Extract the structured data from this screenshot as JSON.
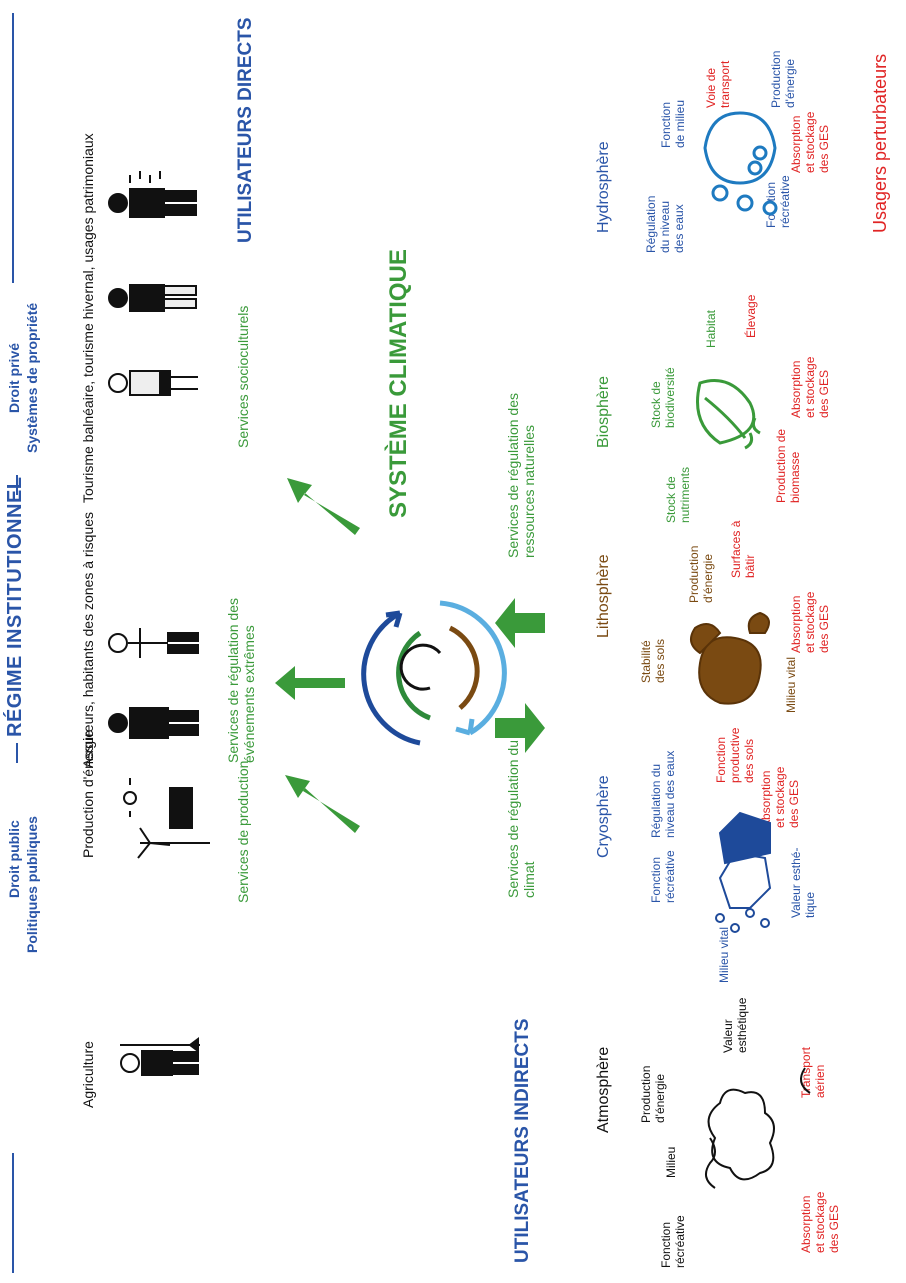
{
  "header": {
    "left_title": "Droit public",
    "left_sub": "Politiques publiques",
    "center_title": "RÉGIME INSTITUTIONNEL",
    "right_title": "Droit privé",
    "right_sub": "Systèmes de propriété"
  },
  "central": {
    "title": "SYSTÈME CLIMATIQUE"
  },
  "direct_users": {
    "title": "UTILISATEURS DIRECTS",
    "items": [
      "Agriculture",
      "Production d'énergie",
      "Assureurs,  habitants des zones à risques",
      "Tourisme balnéaire, tourisme hivernal, usages patrimoniaux"
    ]
  },
  "services": {
    "production": "Services de production",
    "extreme_events": "Services de régulation des\névénements extrêmes",
    "sociocultural": "Services socioculturels",
    "climate_regulation": "Services de régulation du\nclimat",
    "natural_resources": "Services de régulation des\nressources naturelles"
  },
  "indirect_users": {
    "title": "UTILISATEURS INDIRECTS"
  },
  "spheres": {
    "atmosphere": {
      "name": "Atmosphère",
      "labels": [
        "Fonction\nrécréative",
        "Milieu",
        "Production\nd'énergie",
        "Valeur\nesthétique"
      ],
      "red": [
        "Absorption\net stockage\ndes GES",
        "Transport\naérien"
      ]
    },
    "cryosphere": {
      "name": "Cryosphère",
      "labels": [
        "Milieu vital",
        "Fonction\nrécréative",
        "Régulation du\nniveau des eaux",
        "Valeur esthé-\ntique"
      ],
      "red": [
        "Absorption\net stockage\ndes GES"
      ]
    },
    "lithosphere": {
      "name": "Lithosphère",
      "labels": [
        "Fonction\nproductive\ndes sols",
        "Stabilité\ndes sols",
        "Production\nd'énergie",
        "Milieu vital"
      ],
      "red": [
        "Absorption\net stockage\ndes GES",
        "Surfaces à\nbâtir"
      ]
    },
    "biosphere": {
      "name": "Biosphère",
      "labels": [
        "Stock de\nnutriments",
        "Stock de\nbiodiversité",
        "Habitat"
      ],
      "red": [
        "Production de\nbiomasse",
        "Absorption\net stockage\ndes GES",
        "Élevage"
      ]
    },
    "hydrosphere": {
      "name": "Hydrosphère",
      "labels": [
        "Régulation\ndu niveau\ndes eaux",
        "Fonction\nrécréative",
        "Fonction\nde milieu",
        "Production\nd'énergie"
      ],
      "red": [
        "Absorption\net stockage\ndes GES",
        "Voie de\ntransport"
      ]
    }
  },
  "disturbing_users": {
    "title": "Usagers perturbateurs"
  },
  "colors": {
    "blue": "#2a55a8",
    "green": "#3a9a3a",
    "brown": "#7a4a12",
    "red": "#e02424",
    "light_blue": "#5aaee0"
  }
}
